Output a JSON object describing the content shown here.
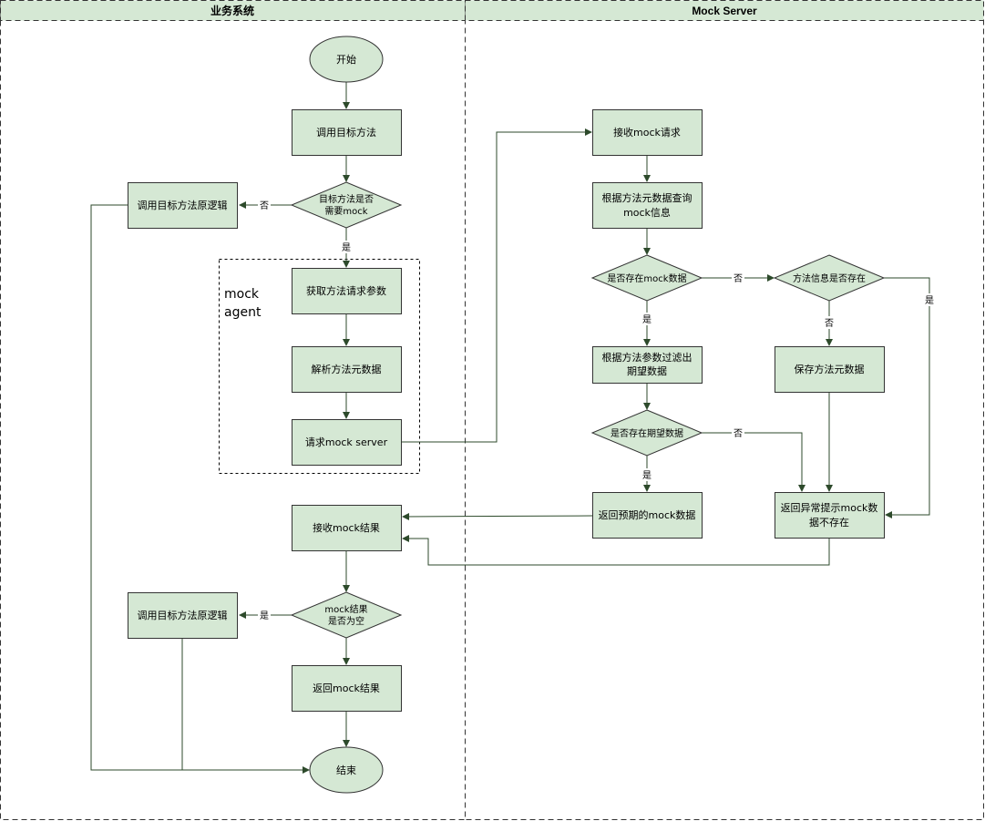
{
  "colors": {
    "node_fill": "#d5e8d4",
    "node_stroke": "#333333",
    "edge": "#2d4a2b",
    "lane_header": "#d5e8d4"
  },
  "lanes": {
    "left": "业务系统",
    "right": "Mock Server"
  },
  "group": {
    "label_line1": "mock",
    "label_line2": "agent"
  },
  "nodes": {
    "start": "开始",
    "call_target": "调用目标方法",
    "need_mock_l1": "目标方法是否",
    "need_mock_l2": "需要mock",
    "orig_logic_1": "调用目标方法原逻辑",
    "get_params": "获取方法请求参数",
    "parse_meta": "解析方法元数据",
    "request_server": "请求mock server",
    "recv_result": "接收mock结果",
    "result_empty_l1": "mock结果",
    "result_empty_l2": "是否为空",
    "orig_logic_2": "调用目标方法原逻辑",
    "return_result": "返回mock结果",
    "end": "结束",
    "recv_request": "接收mock请求",
    "query_info_l1": "根据方法元数据查询",
    "query_info_l2": "mock信息",
    "exists_mock": "是否存在mock数据",
    "method_exists": "方法信息是否存在",
    "save_meta": "保存方法元数据",
    "filter_l1": "根据方法参数过滤出",
    "filter_l2": "期望数据",
    "exists_expected": "是否存在期望数据",
    "return_expected": "返回预期的mock数据",
    "error_l1": "返回异常提示mock数",
    "error_l2": "据不存在"
  },
  "edge_labels": {
    "no_need_mock": "否",
    "yes_need_mock": "是",
    "yes_empty": "是",
    "no_exists_mock": "否",
    "yes_exists_mock": "是",
    "yes_method_exists": "是",
    "no_method_exists": "否",
    "no_expected": "否",
    "yes_expected": "是"
  }
}
